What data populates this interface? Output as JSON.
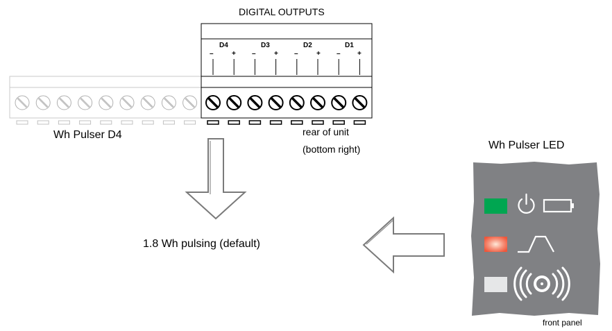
{
  "title": "DIGITAL OUTPUTS",
  "output_labels": [
    "D4",
    "D3",
    "D2",
    "D1"
  ],
  "polarity": {
    "minus": "–",
    "plus": "+"
  },
  "pulser_d4_label": "Wh Pulser D4",
  "rear_note": {
    "line1": "rear of unit",
    "line2": "(bottom right)"
  },
  "pulsing_label": "1.8 Wh pulsing (default)",
  "led_title": "Wh Pulser LED",
  "front_panel_label": "front panel",
  "colors": {
    "panel": "#808184",
    "led_green": "#00a651",
    "led_orange": "#f26d4f",
    "led_gray": "#e6e7e8"
  },
  "icons": [
    "power-icon",
    "battery-icon",
    "pulse-icon",
    "sensor-icon"
  ]
}
